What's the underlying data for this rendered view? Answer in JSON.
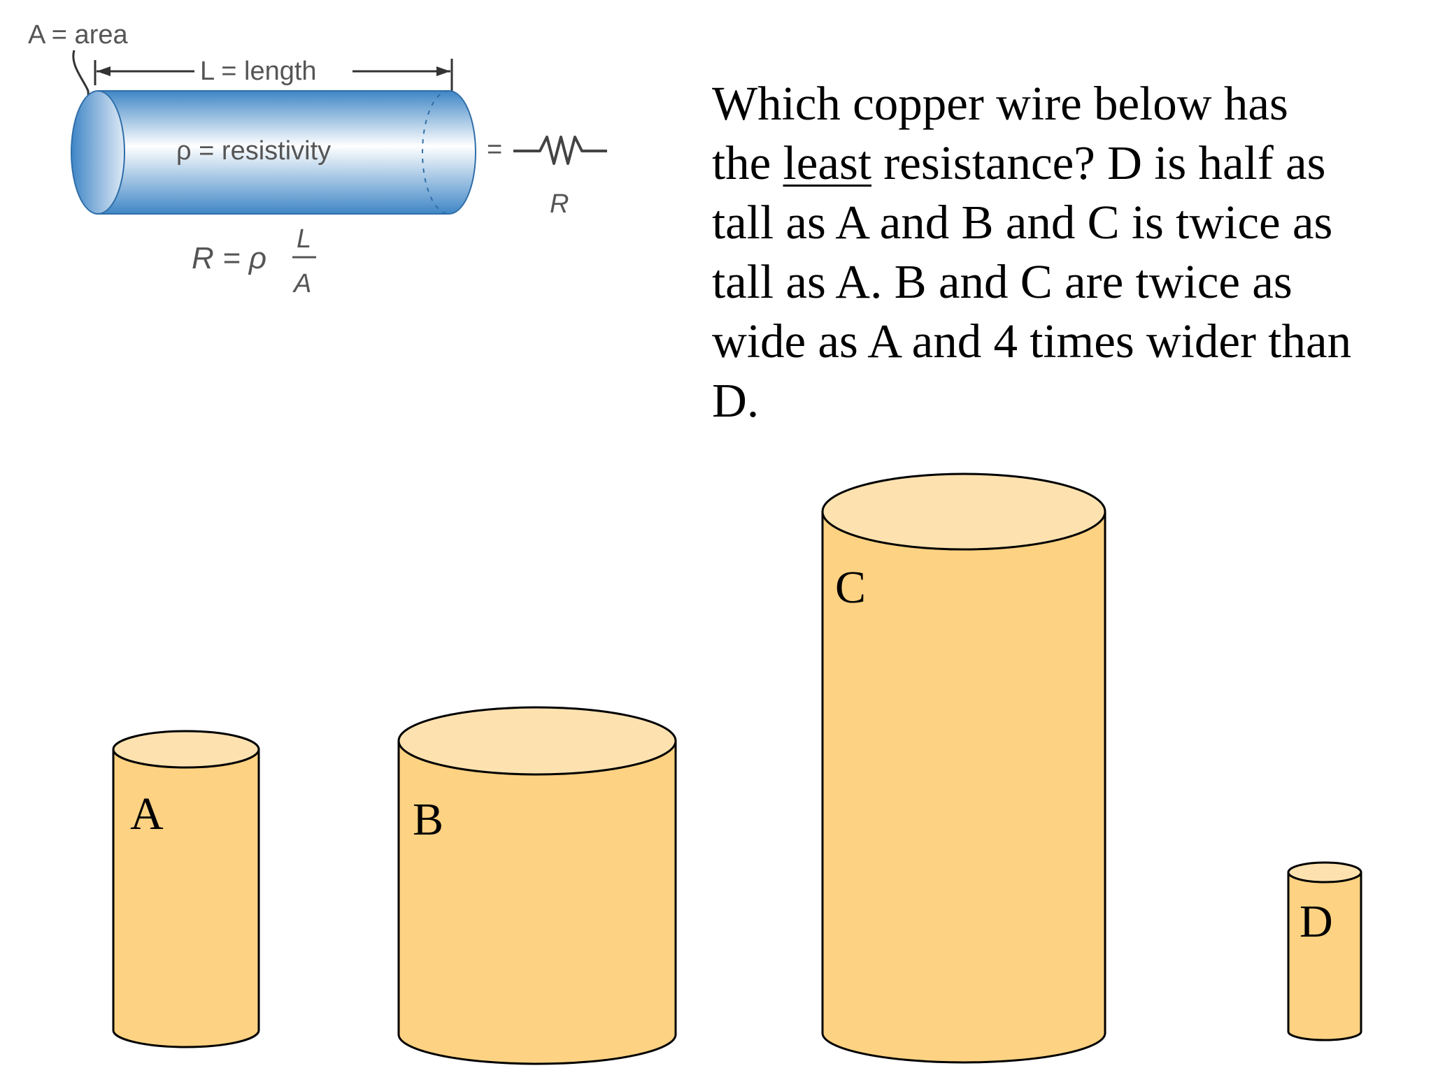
{
  "figure": {
    "area_label": "A = area",
    "length_label": "L = length",
    "resistivity_label": "ρ = resistivity",
    "equals_sign": "=",
    "resistor_label": "R",
    "formula_lhs": "R = ρ",
    "formula_numerator": "L",
    "formula_denominator": "A",
    "colors": {
      "wire_dark": "#3f86c6",
      "wire_light": "#ffffff",
      "label_gray": "#555555"
    }
  },
  "question": {
    "line1": "Which copper wire below has",
    "line2_pre": "the ",
    "line2_underlined": "least",
    "line2_post": " resistance? D is half as",
    "line3": "tall as A and B and C is twice as",
    "line4": "tall as A. B and C are twice as",
    "line5": "wide as A and 4 times wider than",
    "line6": "D."
  },
  "cylinders": {
    "fill_body": "#fdd282",
    "fill_top": "#fde2b0",
    "stroke": "#000000",
    "items": [
      {
        "label": "A"
      },
      {
        "label": "B"
      },
      {
        "label": "C"
      },
      {
        "label": "D"
      }
    ]
  }
}
